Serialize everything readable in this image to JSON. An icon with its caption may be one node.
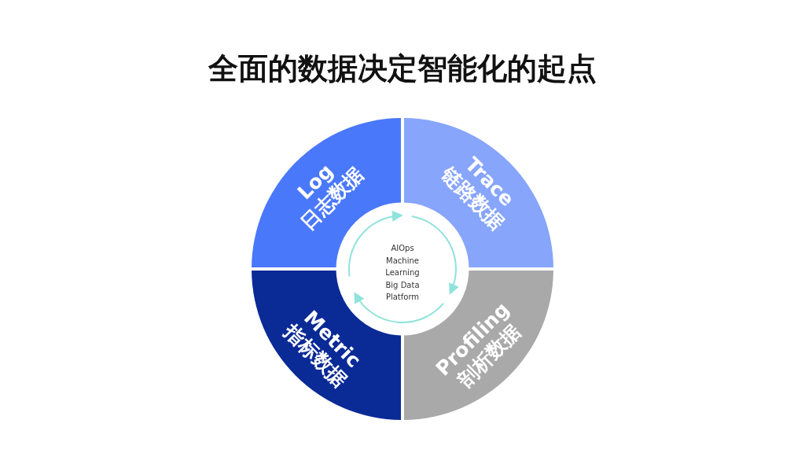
{
  "diagram": {
    "title": "全面的数据决定智能化的起点",
    "nodes": [
      {
        "text": [
          "Log",
          "日志数据"
        ]
      },
      {
        "text": [
          "Trace",
          "链路数据"
        ]
      },
      {
        "text": [
          "AIOps Machine Learning Big Data Platform"
        ]
      },
      {
        "text": [
          "Metric",
          "指标数据"
        ]
      },
      {
        "text": [
          "Profiling",
          "剖析数据"
        ]
      }
    ]
  }
}
